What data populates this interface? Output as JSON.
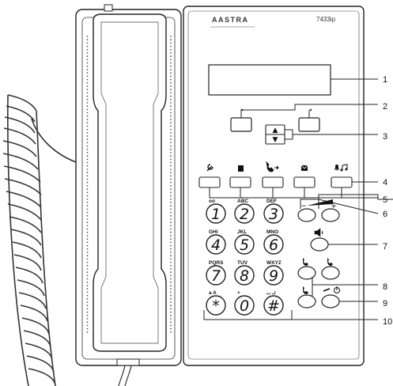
{
  "brand": "AASTRA",
  "model": "7433ip",
  "keypad": [
    {
      "digit": "1",
      "letters": "oo"
    },
    {
      "digit": "2",
      "letters": "ABC"
    },
    {
      "digit": "3",
      "letters": "DEF"
    },
    {
      "digit": "4",
      "letters": "GHI"
    },
    {
      "digit": "5",
      "letters": "JKL"
    },
    {
      "digit": "6",
      "letters": "MNO"
    },
    {
      "digit": "7",
      "letters": "PQRS"
    },
    {
      "digit": "8",
      "letters": "TUV"
    },
    {
      "digit": "9",
      "letters": "WXYZ"
    },
    {
      "digit": "*",
      "letters": "a A"
    },
    {
      "digit": "0",
      "letters": "+"
    },
    {
      "digit": "#",
      "letters": "⌴ ↵"
    }
  ],
  "callouts": [
    "1",
    "2",
    "3",
    "4",
    "5",
    "6",
    "7",
    "8",
    "9",
    "10"
  ],
  "icons": {
    "function_keys": [
      "wrench-icon",
      "phonebook-icon",
      "call-forward-icon",
      "message-icon",
      "mute-music-icon"
    ],
    "arrow_up": "▲",
    "arrow_down": "▼",
    "volume_minus": "−",
    "volume_plus": "+",
    "speaker": "speaker-icon",
    "line_keys": [
      "line-1-icon",
      "line-2-icon",
      "line-3-icon"
    ],
    "hold_release": "hold-release-icon"
  }
}
